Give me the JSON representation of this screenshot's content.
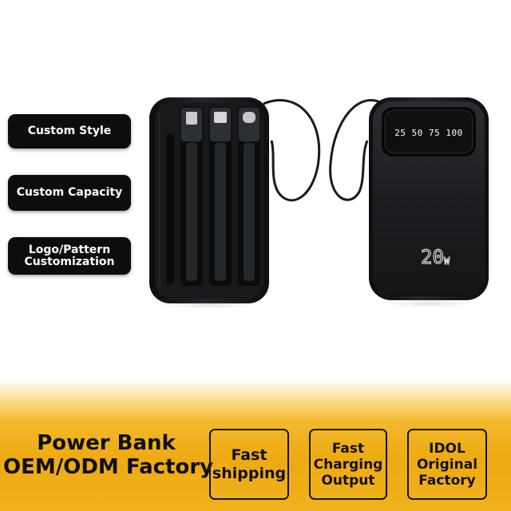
{
  "feature_pills": [
    {
      "label": "Custom Style"
    },
    {
      "label": "Custom Capacity"
    },
    {
      "label": "Logo/Pattern\nCustomization"
    }
  ],
  "display": {
    "readout": "25 50 75 100"
  },
  "power_label": {
    "value": "20",
    "unit": "W"
  },
  "banner": {
    "headline_line1": "Power Bank",
    "headline_line2": "OEM/ODM Factory",
    "features": [
      {
        "label": "Fast\nshipping"
      },
      {
        "label": "Fast\nCharging\nOutput"
      },
      {
        "label": "IDOL\nOriginal\nFactory"
      }
    ]
  },
  "colors": {
    "pill_bg": "#0d0d0d",
    "banner_gold": "#f0b21c",
    "device_body": "#1b1d20"
  }
}
